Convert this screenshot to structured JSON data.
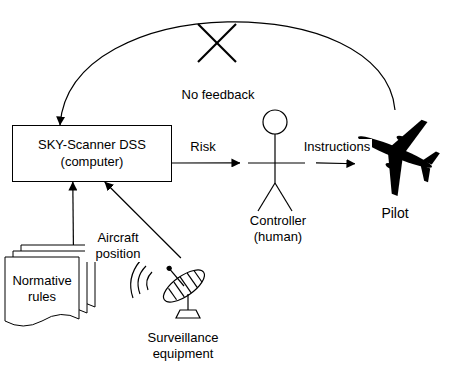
{
  "diagram": {
    "nodes": [
      {
        "text": [
          "SKY-Scanner DSS (computer)"
        ]
      },
      {
        "text": [
          "Controller (human)"
        ]
      },
      {
        "text": [
          "Pilot"
        ]
      },
      {
        "text": [
          "Normative rules"
        ]
      },
      {
        "text": [
          "Surveillance equipment"
        ]
      }
    ],
    "edges": [
      {
        "from": 0,
        "to": 1,
        "label": "Risk",
        "arrow": "to"
      },
      {
        "from": 1,
        "to": 2,
        "label": "Instructions",
        "arrow": "to"
      },
      {
        "from": 2,
        "to": 0,
        "label": "No feedback",
        "arrow": "to"
      },
      {
        "from": 3,
        "to": 0,
        "arrow": "to"
      },
      {
        "from": 4,
        "to": 0,
        "label": "Aircraft position",
        "arrow": "to"
      }
    ]
  }
}
